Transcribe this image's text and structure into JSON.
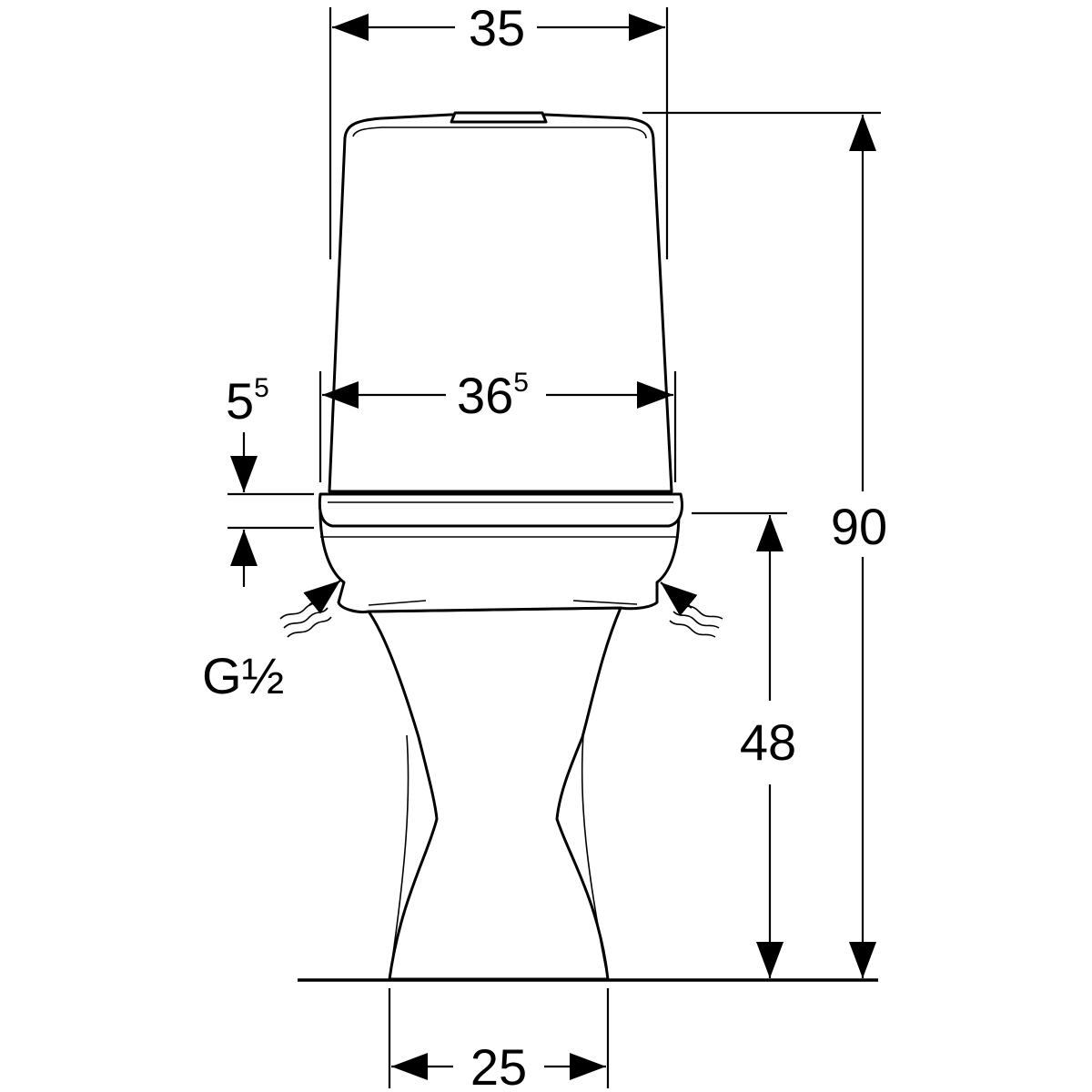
{
  "dimensions": {
    "tank_width": {
      "main": "35"
    },
    "seat_width": {
      "main": "36",
      "sup": "5"
    },
    "total_height": {
      "main": "90"
    },
    "seat_height": {
      "main": "48"
    },
    "base_width": {
      "main": "25"
    },
    "seat_thickness": {
      "main": "5",
      "sup": "5"
    },
    "water_connection": {
      "main": "G",
      "fraction": "½"
    }
  },
  "colors": {
    "line": "#000000",
    "background": "#ffffff"
  }
}
